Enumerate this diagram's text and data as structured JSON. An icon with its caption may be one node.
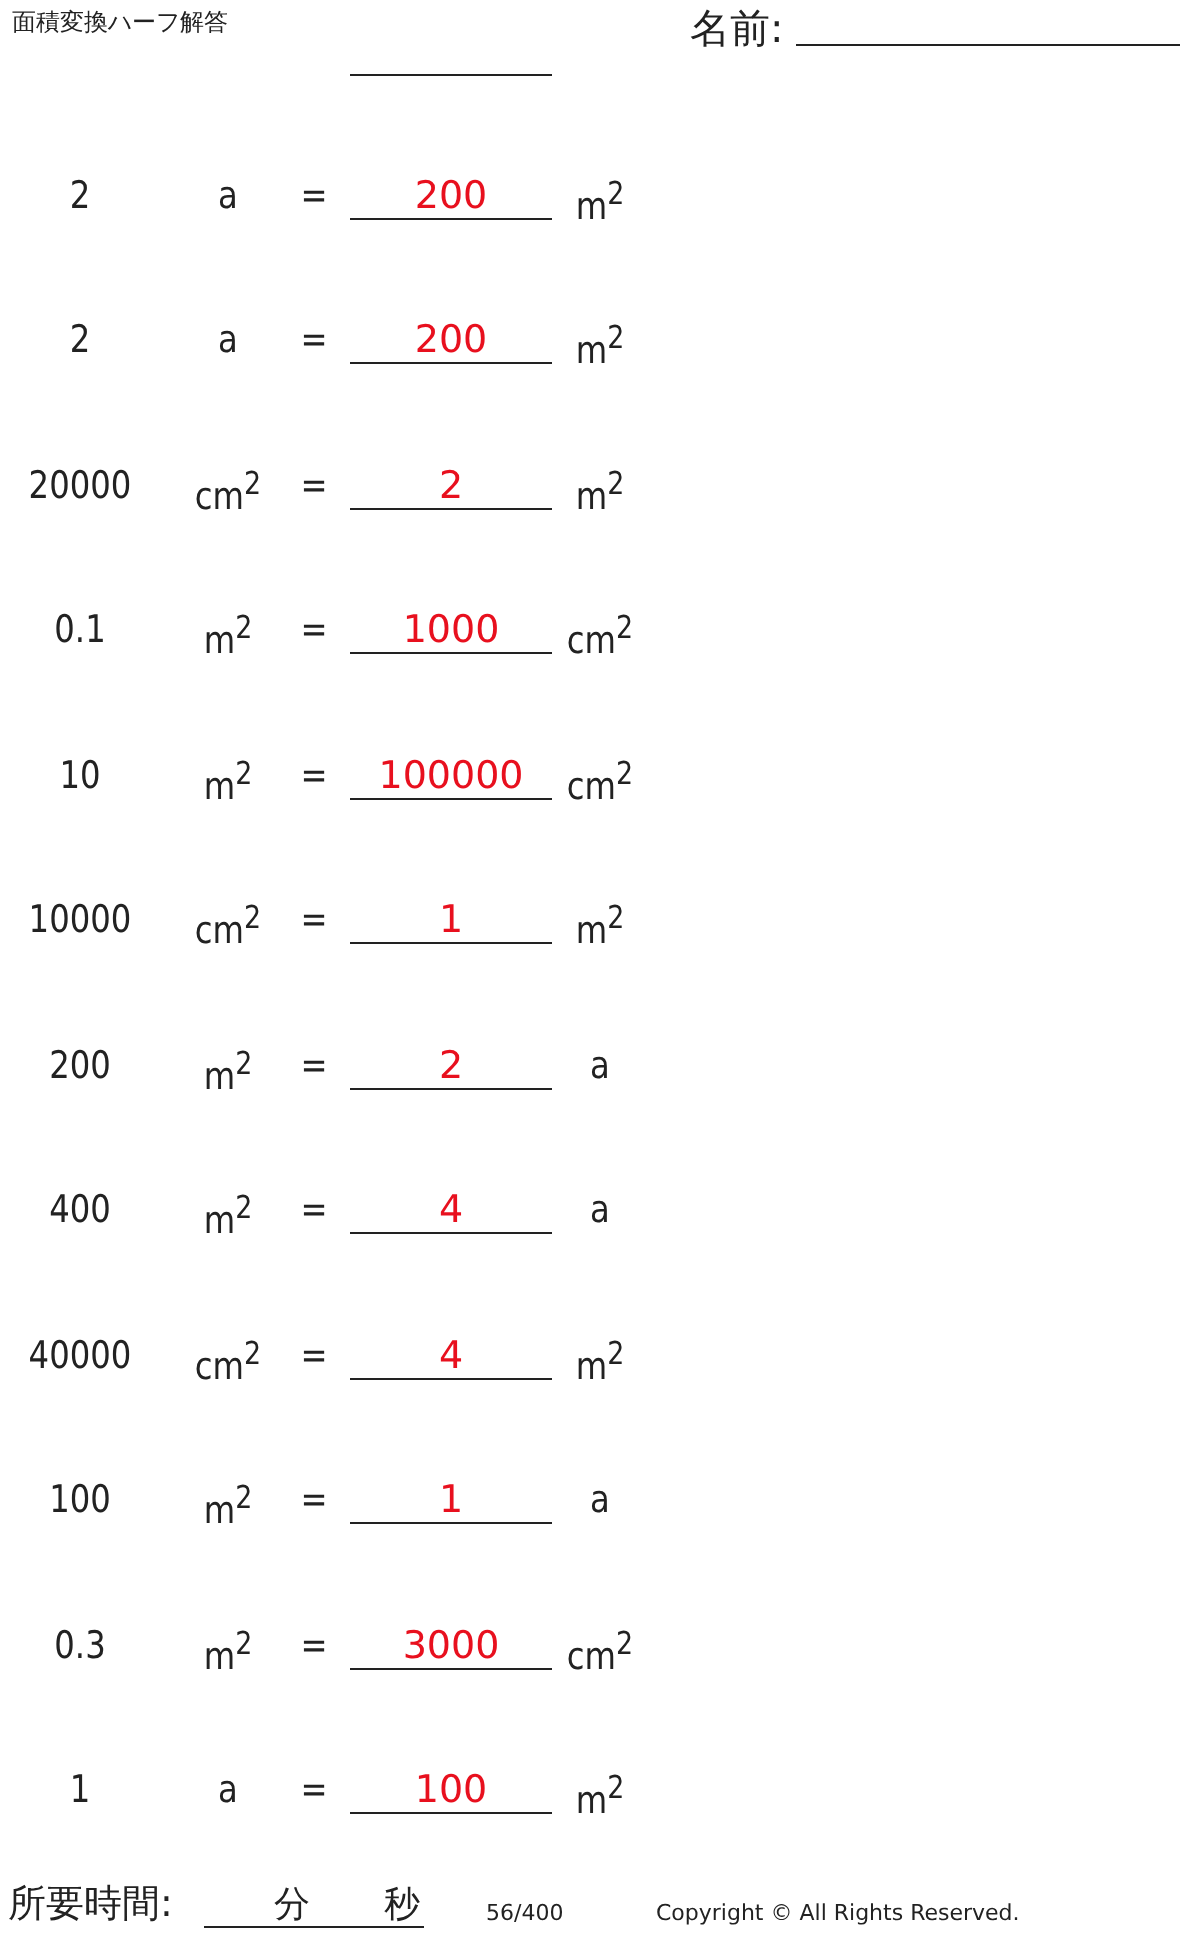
{
  "diagram": {
    "title": "面積変換ハーフ解答",
    "labels": [
      "名前:",
      "2",
      "a",
      "=",
      "200",
      "m$^{2}$",
      "2",
      "a",
      "=",
      "200",
      "m$^{2}$",
      "20000",
      "cm$^{2}$",
      "=",
      "2",
      "m$^{2}$",
      "0.1",
      "m$^{2}$",
      "=",
      "1000",
      "cm$^{2}$",
      "10",
      "m$^{2}$",
      "=",
      "100000",
      "cm$^{2}$",
      "10000",
      "cm$^{2}$",
      "=",
      "1",
      "m$^{2}$",
      "200",
      "m$^{2}$",
      "=",
      "2",
      "a",
      "400",
      "m$^{2}$",
      "=",
      "4",
      "a",
      "40000",
      "cm$^{2}$",
      "=",
      "4",
      "m$^{2}$",
      "100",
      "m$^{2}$",
      "=",
      "1",
      "a",
      "0.3",
      "m$^{2}$",
      "=",
      "3000",
      "cm$^{2}$",
      "1",
      "a",
      "=",
      "100",
      "m$^{2}$",
      "所要時間:",
      "分",
      "秒",
      "56/400",
      "Copyright © All Rights Reserved."
    ]
  }
}
